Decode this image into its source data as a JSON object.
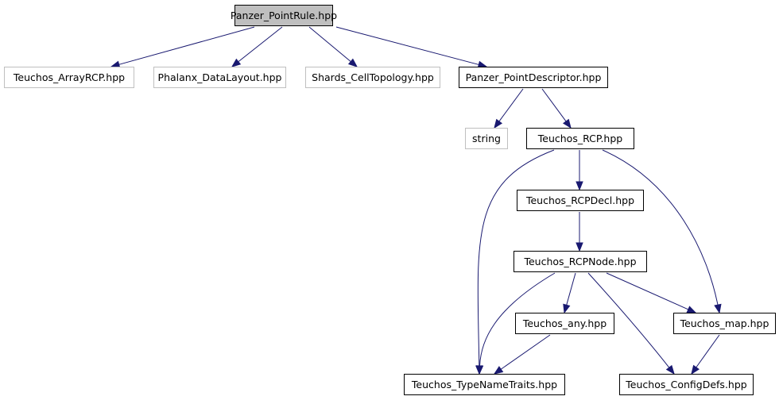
{
  "colors": {
    "edge": "#191970",
    "root_fill": "#bfbfbf",
    "root_border": "#000000",
    "internal_border": "#000000",
    "external_border": "#bfbfbf",
    "node_fill": "#ffffff"
  },
  "nodes": [
    {
      "id": "n0",
      "label": "Panzer_PointRule.hpp",
      "kind": "root"
    },
    {
      "id": "n1",
      "label": "Teuchos_ArrayRCP.hpp",
      "kind": "external"
    },
    {
      "id": "n2",
      "label": "Phalanx_DataLayout.hpp",
      "kind": "external"
    },
    {
      "id": "n3",
      "label": "Shards_CellTopology.hpp",
      "kind": "external"
    },
    {
      "id": "n4",
      "label": "Panzer_PointDescriptor.hpp",
      "kind": "internal"
    },
    {
      "id": "n5",
      "label": "string",
      "kind": "external"
    },
    {
      "id": "n6",
      "label": "Teuchos_RCP.hpp",
      "kind": "internal"
    },
    {
      "id": "n7",
      "label": "Teuchos_RCPDecl.hpp",
      "kind": "internal"
    },
    {
      "id": "n8",
      "label": "Teuchos_RCPNode.hpp",
      "kind": "internal"
    },
    {
      "id": "n9",
      "label": "Teuchos_any.hpp",
      "kind": "internal"
    },
    {
      "id": "n10",
      "label": "Teuchos_map.hpp",
      "kind": "internal"
    },
    {
      "id": "n11",
      "label": "Teuchos_TypeNameTraits.hpp",
      "kind": "internal"
    },
    {
      "id": "n12",
      "label": "Teuchos_ConfigDefs.hpp",
      "kind": "internal"
    }
  ],
  "edges": [
    {
      "from": "n0",
      "to": "n1"
    },
    {
      "from": "n0",
      "to": "n2"
    },
    {
      "from": "n0",
      "to": "n3"
    },
    {
      "from": "n0",
      "to": "n4"
    },
    {
      "from": "n4",
      "to": "n5"
    },
    {
      "from": "n4",
      "to": "n6"
    },
    {
      "from": "n6",
      "to": "n7"
    },
    {
      "from": "n6",
      "to": "n11"
    },
    {
      "from": "n6",
      "to": "n10"
    },
    {
      "from": "n7",
      "to": "n8"
    },
    {
      "from": "n8",
      "to": "n11"
    },
    {
      "from": "n8",
      "to": "n9"
    },
    {
      "from": "n8",
      "to": "n12"
    },
    {
      "from": "n8",
      "to": "n10"
    },
    {
      "from": "n9",
      "to": "n11"
    },
    {
      "from": "n10",
      "to": "n12"
    }
  ]
}
